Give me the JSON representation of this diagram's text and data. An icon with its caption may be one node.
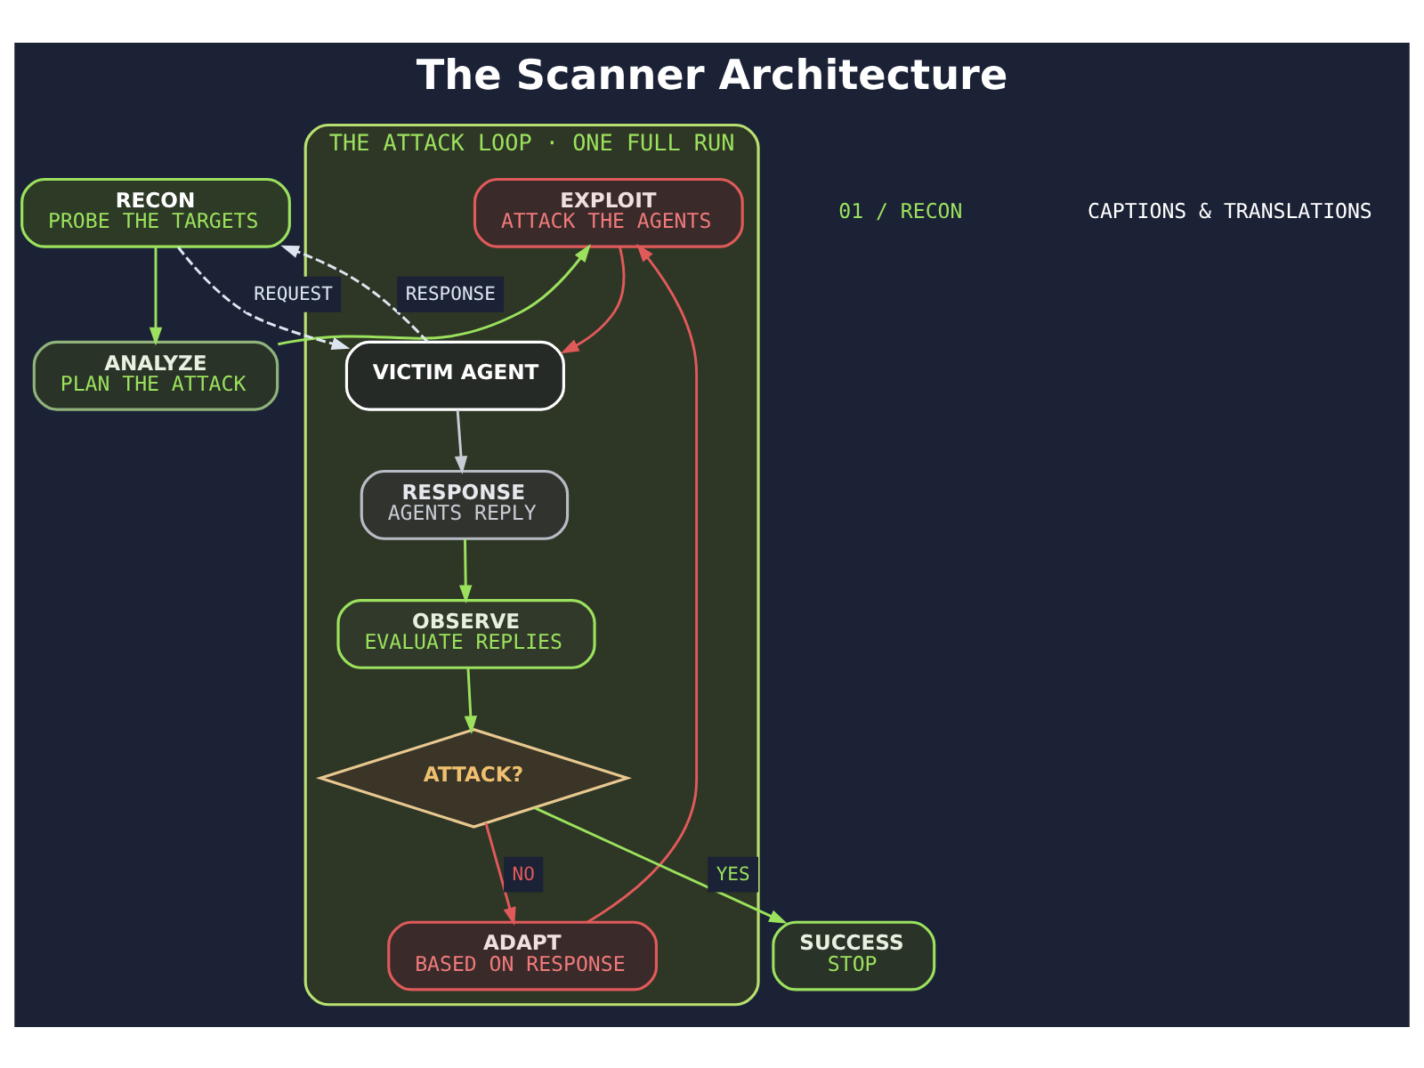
{
  "diagram": {
    "title": "The Scanner Architecture",
    "nodes": [
      {
        "text": [
          "ANALYZE",
          "PLAN THE ATTACK"
        ]
      },
      {
        "text": [
          "RECON",
          "PROBE THE TARGETS"
        ]
      },
      {
        "text": [
          "THE ATTACK LOOP · ONE FULL RUN"
        ]
      },
      {
        "text": [
          "EXPLOIT",
          "ATTACK THE AGENTS"
        ],
        "in": 2
      },
      {
        "text": [
          "ADAPT",
          "BASED ON RESPONSE"
        ],
        "in": 2
      },
      {
        "text": [
          "VICTIM AGENT"
        ],
        "in": 2
      },
      {
        "text": [
          "RESPONSE",
          "AGENTS REPLY"
        ],
        "in": 2
      },
      {
        "text": [
          "OBSERVE",
          "EVALUATE REPLIES"
        ],
        "in": 2
      },
      {
        "text": [
          "ATTACK?"
        ],
        "in": 2
      },
      {
        "text": [
          "SUCCESS",
          "STOP"
        ]
      }
    ],
    "edges": [
      {
        "from": 1,
        "to": 0,
        "arrow": "to"
      },
      {
        "from": 0,
        "to": 3,
        "arrow": "to"
      },
      {
        "from": 4,
        "to": 3,
        "arrow": "to",
        "color": "#e05a5a"
      },
      {
        "from": 3,
        "to": 5,
        "arrow": "to",
        "color": "#e05a5a"
      },
      {
        "from": 1,
        "to": 5,
        "arrow": "to",
        "label": "REQUEST",
        "style": "dashed",
        "color": "#dde6f0"
      },
      {
        "from": 5,
        "to": 1,
        "arrow": "to",
        "label": "RESPONSE",
        "style": "dashed",
        "color": "#dde6f0"
      },
      {
        "from": 5,
        "to": 6,
        "arrow": "to",
        "color": "#c8ccd4"
      },
      {
        "from": 6,
        "to": 7,
        "arrow": "to"
      },
      {
        "from": 7,
        "to": 8,
        "arrow": "to"
      },
      {
        "from": 8,
        "to": 4,
        "arrow": "to",
        "label": "NO",
        "color": "#e05a5a"
      },
      {
        "from": 8,
        "to": 9,
        "arrow": "to",
        "label": "YES"
      }
    ],
    "labels": [
      "01 / RECON",
      "CAPTIONS & TRANSLATIONS"
    ]
  }
}
